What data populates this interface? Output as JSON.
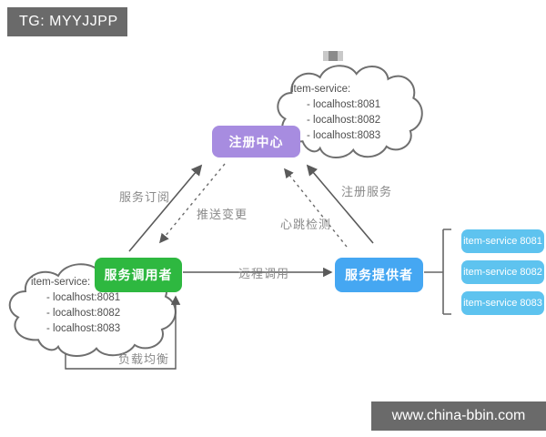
{
  "banner": {
    "text": "TG: MYYJJPP"
  },
  "watermark": {
    "text": "www.china-bbin.com"
  },
  "nodes": {
    "registry": {
      "label": "注册中心",
      "color": "#a78ce0"
    },
    "consumer": {
      "label": "服务调用者",
      "color": "#2eb840"
    },
    "provider": {
      "label": "服务提供者",
      "color": "#45a7f2"
    }
  },
  "instances": [
    {
      "label": "item-service 8081"
    },
    {
      "label": "item-service 8082"
    },
    {
      "label": "item-service 8083"
    }
  ],
  "clouds": {
    "top": {
      "title": "item-service:",
      "items": [
        "- localhost:8081",
        "- localhost:8082",
        "- localhost:8083"
      ]
    },
    "bottom": {
      "title": "item-service:",
      "items": [
        "- localhost:8081",
        "- localhost:8082",
        "- localhost:8083"
      ]
    }
  },
  "edges": {
    "subscribe": "服务订阅",
    "push": "推送变更",
    "heartbeat": "心跳检测",
    "register": "注册服务",
    "rpc": "远程调用",
    "load_balance": "负载均衡"
  },
  "colors": {
    "instance": "#5ec3ef",
    "banner_bg": "#6a6a6a",
    "line": "#606060",
    "label_text": "#8a8a8a"
  }
}
